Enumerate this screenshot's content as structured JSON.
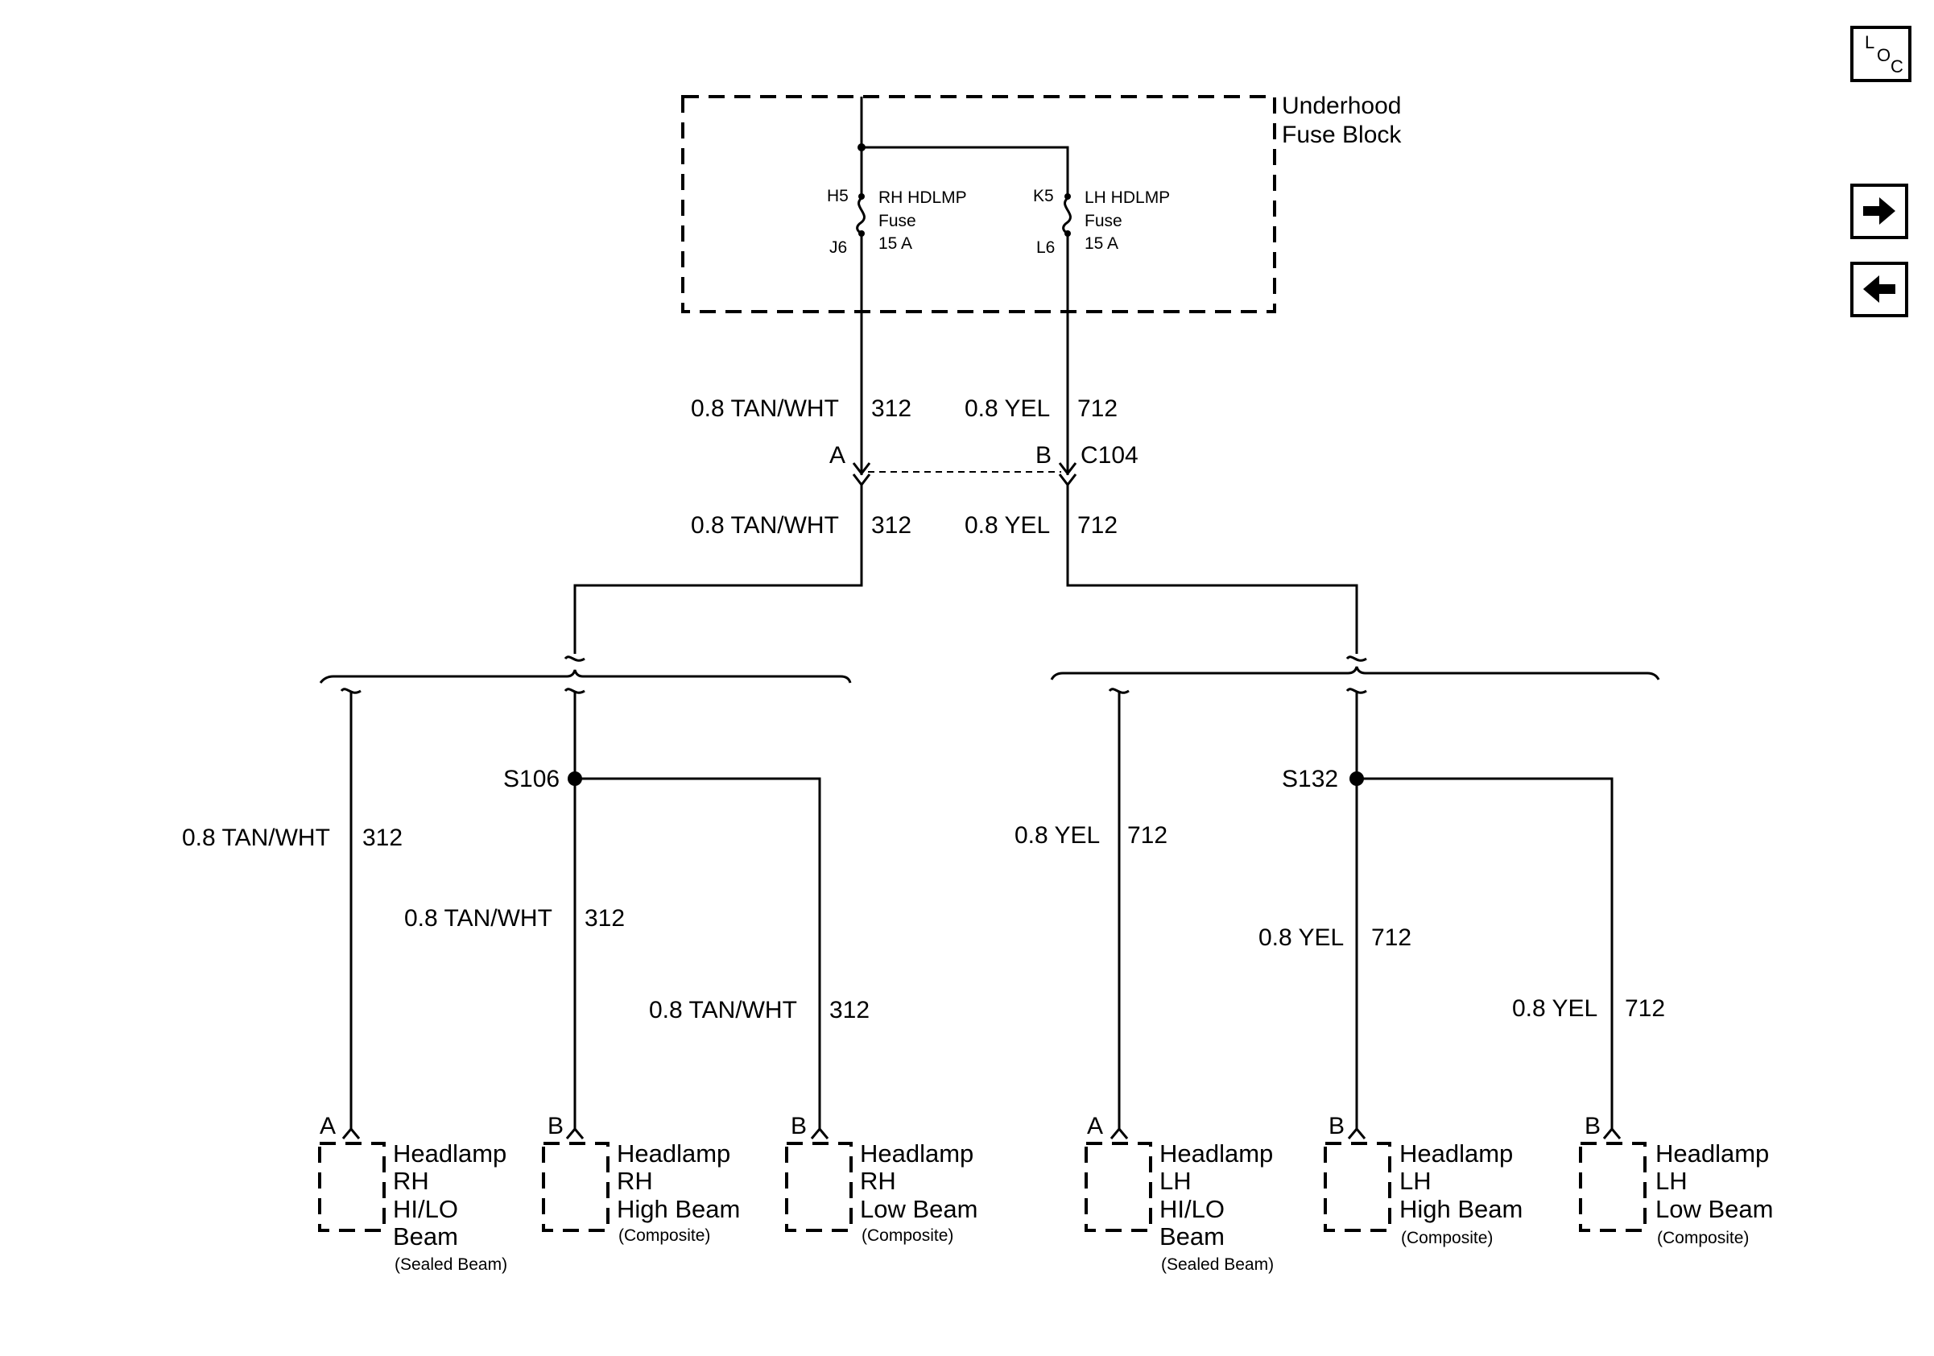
{
  "fuse_block": {
    "title_line1": "Underhood",
    "title_line2": "Fuse Block",
    "rh_fuse": {
      "in_pin": "H5",
      "out_pin": "J6",
      "name": "RH HDLMP",
      "label": "Fuse",
      "rating": "15 A"
    },
    "lh_fuse": {
      "in_pin": "K5",
      "out_pin": "L6",
      "name": "LH HDLMP",
      "label": "Fuse",
      "rating": "15 A"
    }
  },
  "connector": {
    "id": "C104",
    "pin_a": "A",
    "pin_b": "B"
  },
  "circuits": {
    "rh": {
      "gauge_color": "0.8 TAN/WHT",
      "number": "312"
    },
    "lh": {
      "gauge_color": "0.8 YEL",
      "number": "712"
    }
  },
  "splices": {
    "rh": "S106",
    "lh": "S132"
  },
  "loads": [
    {
      "pin": "A",
      "line1": "Headlamp",
      "line2": "RH",
      "line3": "HI/LO",
      "line4": "Beam",
      "note": "(Sealed Beam)"
    },
    {
      "pin": "B",
      "line1": "Headlamp",
      "line2": "RH",
      "line3": "High Beam",
      "line4": "",
      "note": "(Composite)"
    },
    {
      "pin": "B",
      "line1": "Headlamp",
      "line2": "RH",
      "line3": "Low Beam",
      "line4": "",
      "note": "(Composite)"
    },
    {
      "pin": "A",
      "line1": "Headlamp",
      "line2": "LH",
      "line3": "HI/LO",
      "line4": "Beam",
      "note": "(Sealed Beam)"
    },
    {
      "pin": "B",
      "line1": "Headlamp",
      "line2": "LH",
      "line3": "High Beam",
      "line4": "",
      "note": "(Composite)"
    },
    {
      "pin": "B",
      "line1": "Headlamp",
      "line2": "LH",
      "line3": "Low Beam",
      "line4": "",
      "note": "(Composite)"
    }
  ],
  "nav": {
    "loc_l": "L",
    "loc_o": "O",
    "loc_c": "C",
    "forward_icon": "arrow-right-icon",
    "back_icon": "arrow-left-icon"
  }
}
